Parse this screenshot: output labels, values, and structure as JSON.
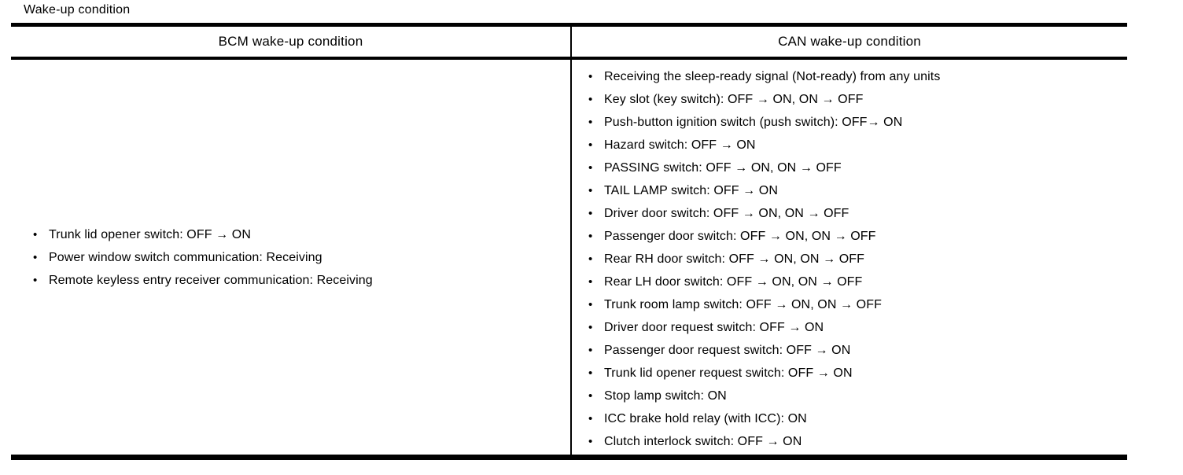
{
  "page": {
    "title": "Wake-up condition"
  },
  "colors": {
    "background": "#ffffff",
    "text": "#000000",
    "border": "#000000"
  },
  "table": {
    "columns": [
      {
        "header": "BCM wake-up condition"
      },
      {
        "header": "CAN wake-up condition"
      }
    ],
    "bcm_items": [
      "Trunk lid opener switch: OFF → ON",
      "Power window switch communication: Receiving",
      "Remote keyless entry receiver communication: Receiving"
    ],
    "can_items": [
      "Receiving the sleep-ready signal (Not-ready) from any units",
      "Key slot (key switch): OFF → ON, ON → OFF",
      "Push-button ignition switch (push switch): OFF→ ON",
      "Hazard switch: OFF → ON",
      "PASSING switch: OFF → ON, ON → OFF",
      "TAIL LAMP switch: OFF → ON",
      "Driver door switch: OFF → ON, ON → OFF",
      "Passenger door switch: OFF → ON, ON → OFF",
      "Rear RH door switch: OFF → ON, ON → OFF",
      "Rear LH door switch: OFF → ON, ON → OFF",
      "Trunk room lamp switch: OFF → ON, ON → OFF",
      "Driver door request switch: OFF → ON",
      "Passenger door request switch: OFF → ON",
      "Trunk lid opener request switch: OFF → ON",
      "Stop lamp switch: ON",
      "ICC brake hold relay (with ICC): ON",
      "Clutch interlock switch: OFF → ON"
    ]
  }
}
